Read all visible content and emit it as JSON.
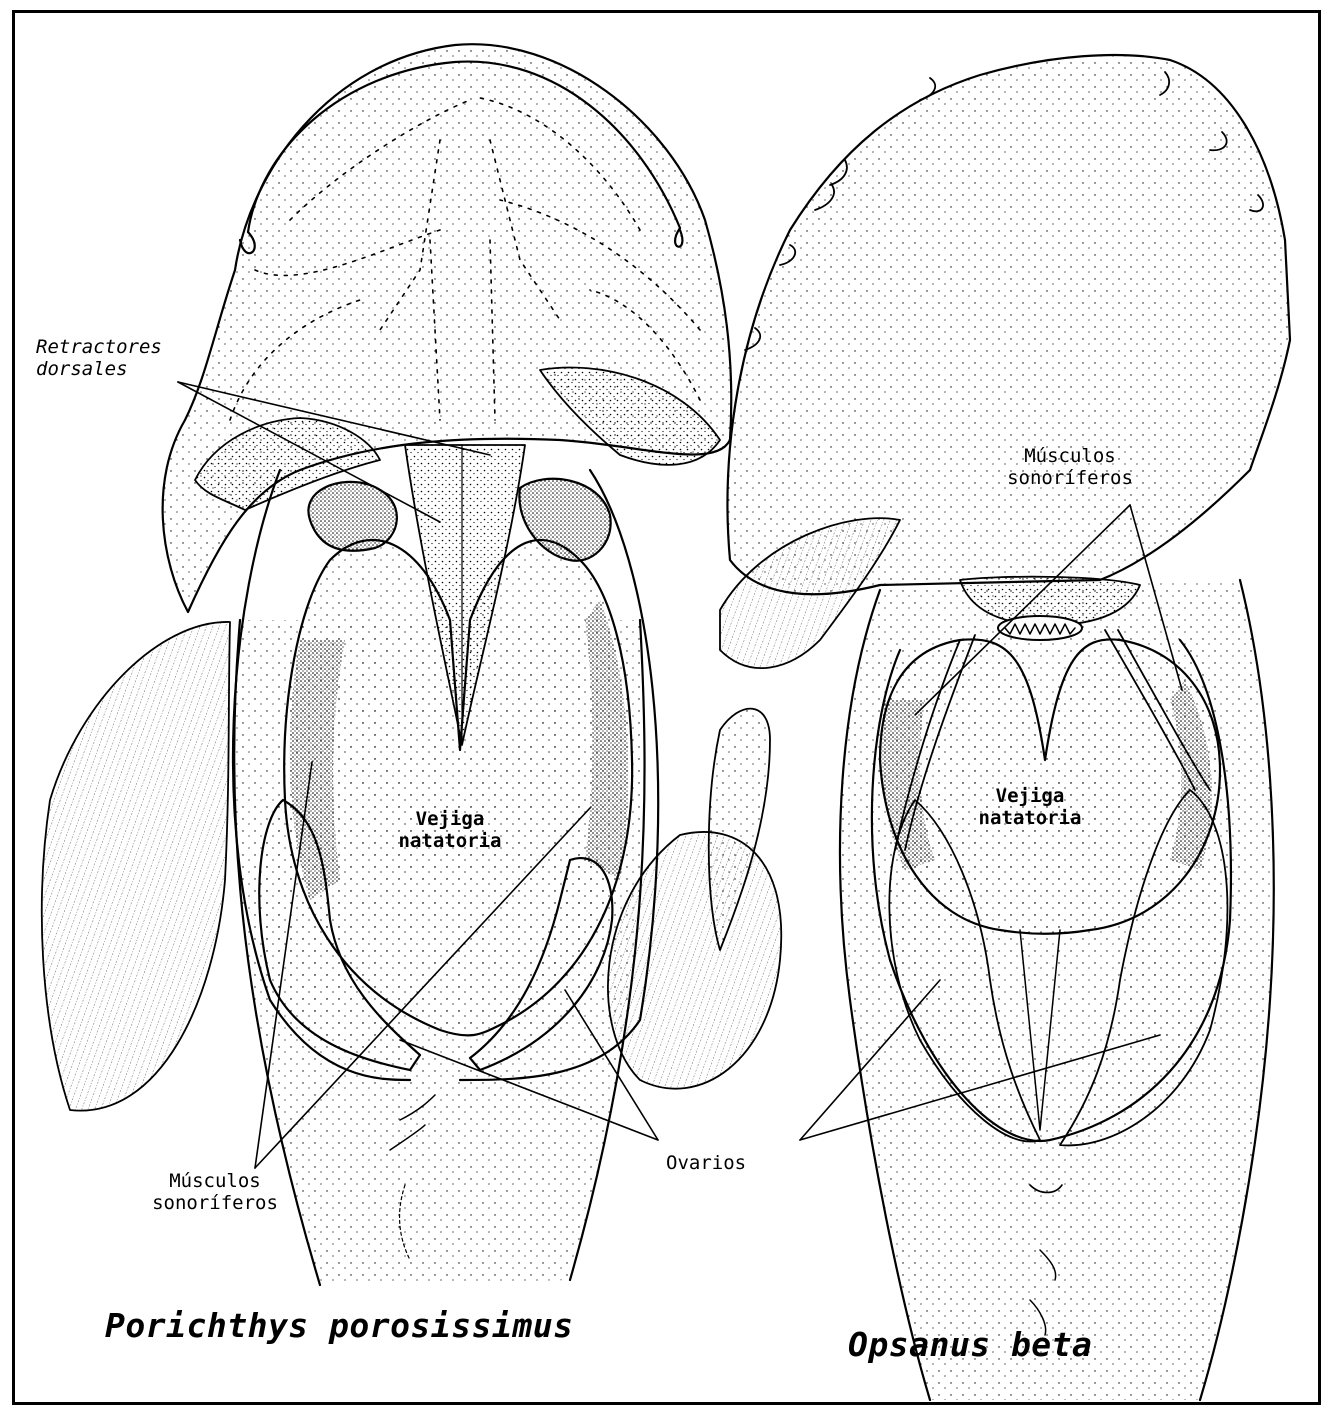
{
  "labels": {
    "retractores": {
      "line1": "Retractores",
      "line2": "dorsales"
    },
    "musculos_right": {
      "line1": "Músculos",
      "line2": "sonoríferos"
    },
    "vejiga_left": {
      "line1": "Vejiga",
      "line2": "natatoria"
    },
    "vejiga_right": {
      "line1": "Vejiga",
      "line2": "natatoria"
    },
    "ovarios": "Ovarios",
    "musculos_left": {
      "line1": "Músculos",
      "line2": "sonoríferos"
    }
  },
  "species": {
    "left": "Porichthys porosissimus",
    "right": "Opsanus beta"
  },
  "colors": {
    "ink": "#000000",
    "paper": "#ffffff"
  }
}
